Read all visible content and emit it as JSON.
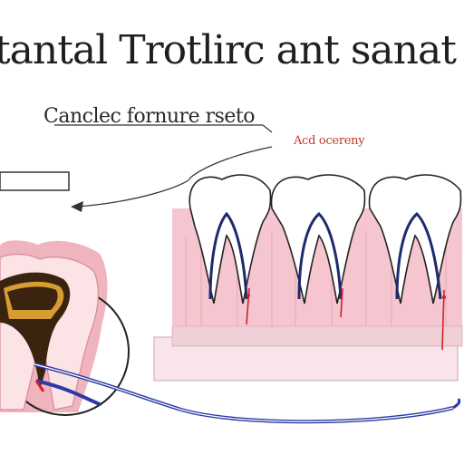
{
  "title": "tantal Trotlirc ant sanat",
  "labels": {
    "main": "Canclec fornure rseto",
    "red": "Acd ocereny"
  },
  "colors": {
    "gum": "#f5c6cf",
    "gum_dark": "#e7a7b4",
    "tooth": "#ffffff",
    "root_line": "#1e2a6e",
    "nerve": "#d4202a",
    "pulp": "#3a2410",
    "tool": "#2b3aa6"
  }
}
